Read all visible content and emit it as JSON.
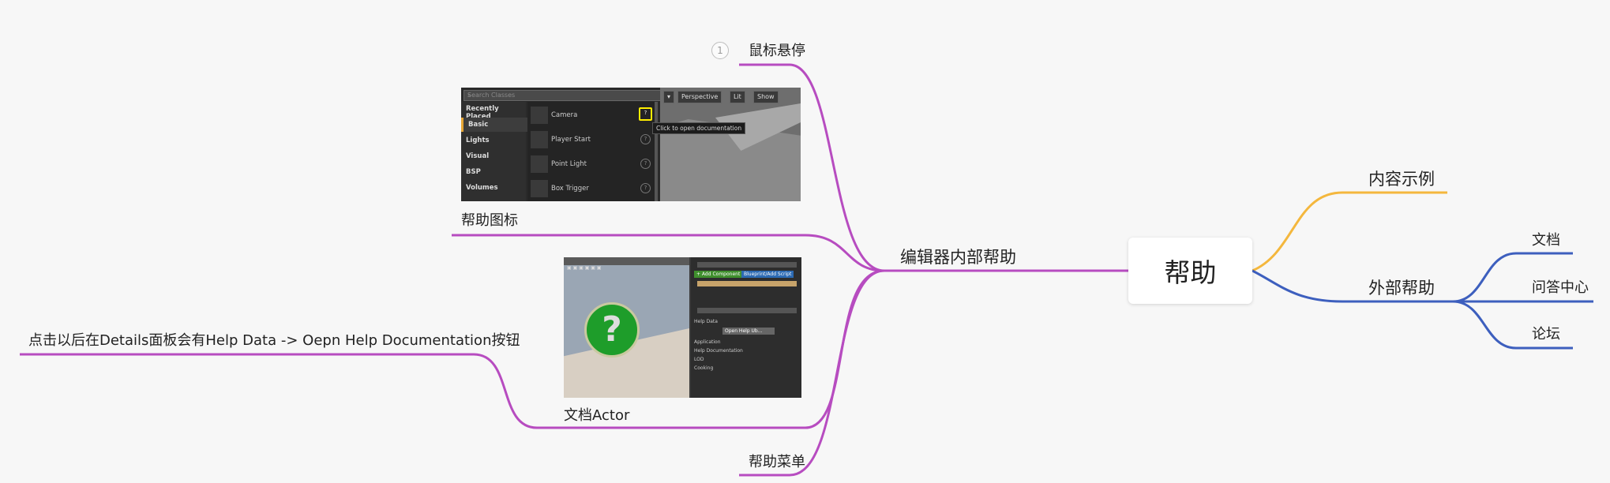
{
  "root": {
    "label": "帮助"
  },
  "right_branches": [
    {
      "label": "内容示例",
      "color": "#f4b73d"
    },
    {
      "label": "外部帮助",
      "color": "#3d5fbe",
      "children": [
        {
          "label": "文档"
        },
        {
          "label": "问答中心"
        },
        {
          "label": "论坛"
        }
      ]
    }
  ],
  "left_branch": {
    "label": "编辑器内部帮助",
    "color": "#b74cc0",
    "children": [
      {
        "label": "鼠标悬停",
        "marker": "1"
      },
      {
        "label": "帮助图标"
      },
      {
        "label": "文档Actor",
        "children": [
          {
            "label": "点击以后在Details面板会有Help Data -> Oepn Help Documentation按钮"
          }
        ]
      },
      {
        "label": "帮助菜单"
      }
    ]
  },
  "screenshot_1": {
    "search_placeholder": "Search Classes",
    "categories": [
      "Recently Placed",
      "Basic",
      "Lights",
      "Visual",
      "BSP",
      "Volumes"
    ],
    "items": [
      "Camera",
      "Player Start",
      "Point Light",
      "Box Trigger"
    ],
    "viewport_buttons": [
      "Perspective",
      "Lit",
      "Show"
    ],
    "tooltip": "Click to open documentation"
  },
  "screenshot_2": {
    "add_component": "+ Add Component ▾",
    "blueprint": "Blueprint/Add Script",
    "details_sections": [
      "Help Data",
      "Open Help Ub...",
      "Application",
      "Help Documentation",
      "LOD",
      "Cooking"
    ]
  }
}
